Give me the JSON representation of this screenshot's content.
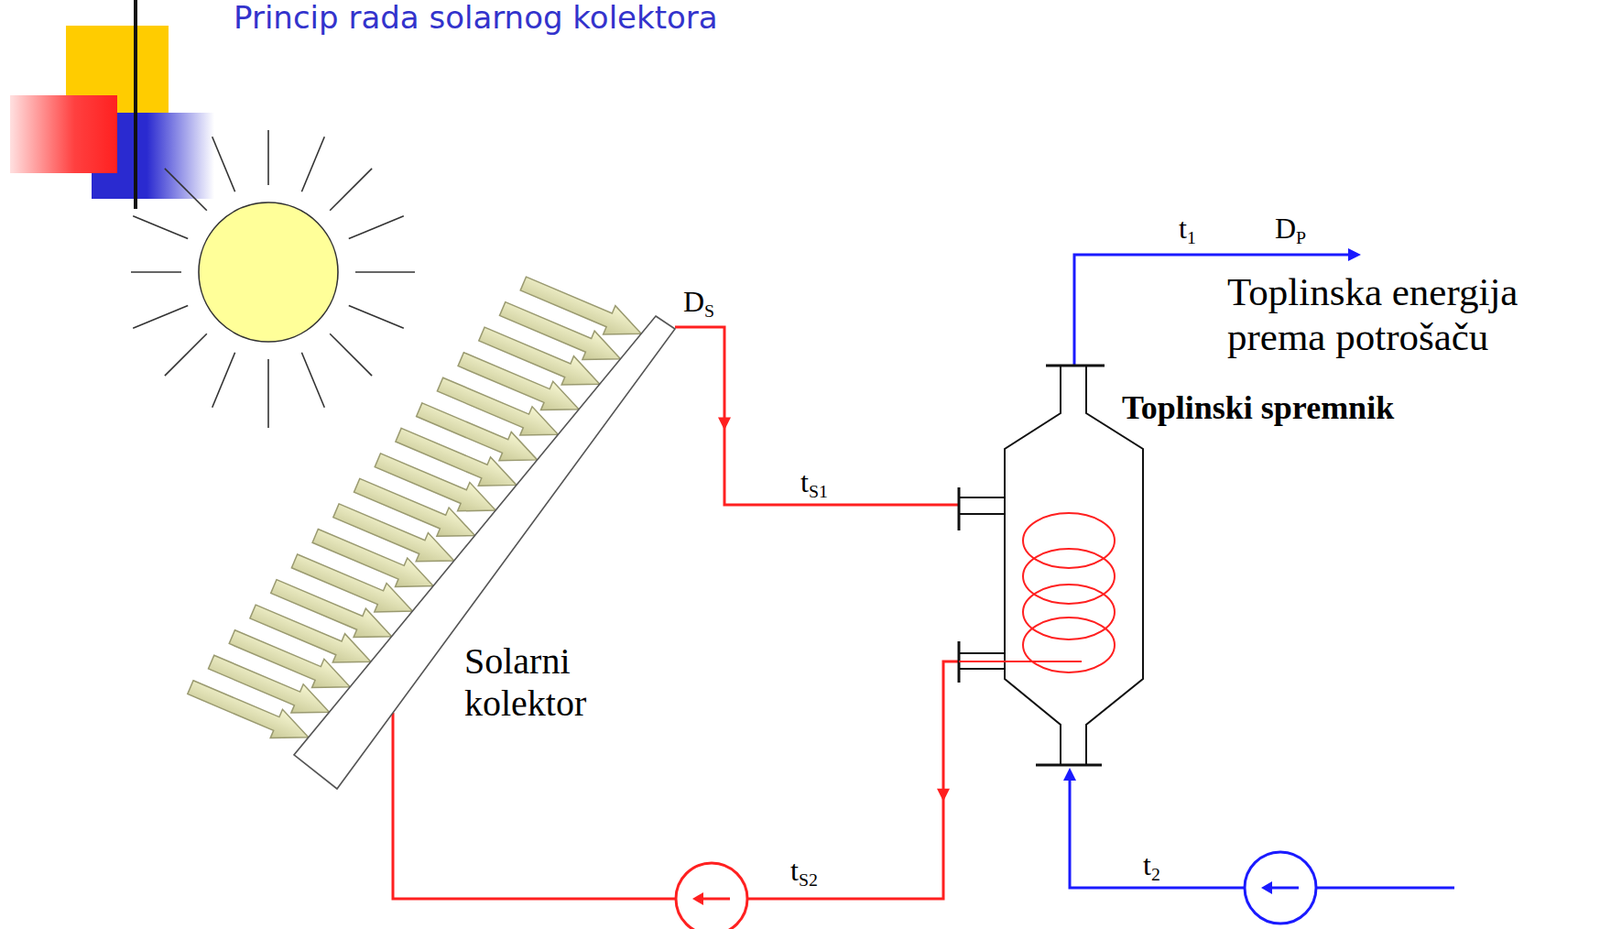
{
  "diagram": {
    "title": "Princip rada solarnog kolektora",
    "nodes": [
      {
        "text": [
          "Solarni kolektor"
        ]
      },
      {
        "text": [
          "Toplinski spremnik"
        ]
      }
    ],
    "edges": [
      {
        "from": 0,
        "to": 1,
        "arrow": "to",
        "label": "tS1"
      },
      {
        "from": 1,
        "to": 0,
        "arrow": "to",
        "label": "tS2"
      }
    ],
    "labels": [
      "DS",
      "t1",
      "DP",
      "Toplinska energija prema potrošaču",
      "t2"
    ]
  }
}
